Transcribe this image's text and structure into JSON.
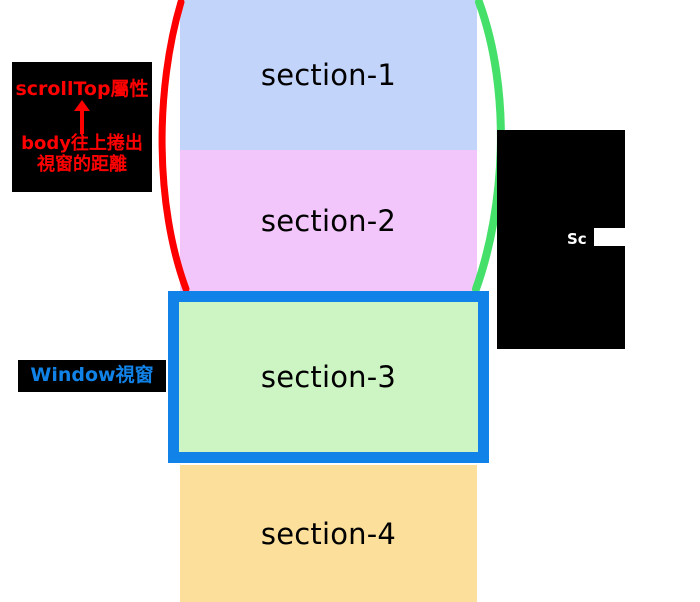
{
  "diagram": {
    "title": "scrollTop / Window viewport scrolling diagram",
    "colors": {
      "section1_fill": "#c3d4fb",
      "section2_fill": "#f2c6fb",
      "section3_fill": "#cdf5c4",
      "section4_fill": "#fbdf9b",
      "viewport_border": "#1183e8",
      "left_arc": "#ff0000",
      "right_arc": "#44e06a",
      "note_bg": "#000000",
      "note_red_text": "#ff0000",
      "note_blue_text": "#1183e8",
      "note_white_text": "#ffffff"
    }
  },
  "sections": [
    {
      "id": "section-1",
      "label": "section-1"
    },
    {
      "id": "section-2",
      "label": "section-2"
    },
    {
      "id": "section-3",
      "label": "section-3"
    },
    {
      "id": "section-4",
      "label": "section-4"
    }
  ],
  "annotations": {
    "scrolltop": {
      "line1": "scrollTop屬性",
      "line2": "body往上捲出",
      "line3": "視窗的距離",
      "arrow": "up-arrow"
    },
    "window": {
      "label": "Window視窗"
    },
    "scrollheight": {
      "label": "Sc"
    }
  }
}
